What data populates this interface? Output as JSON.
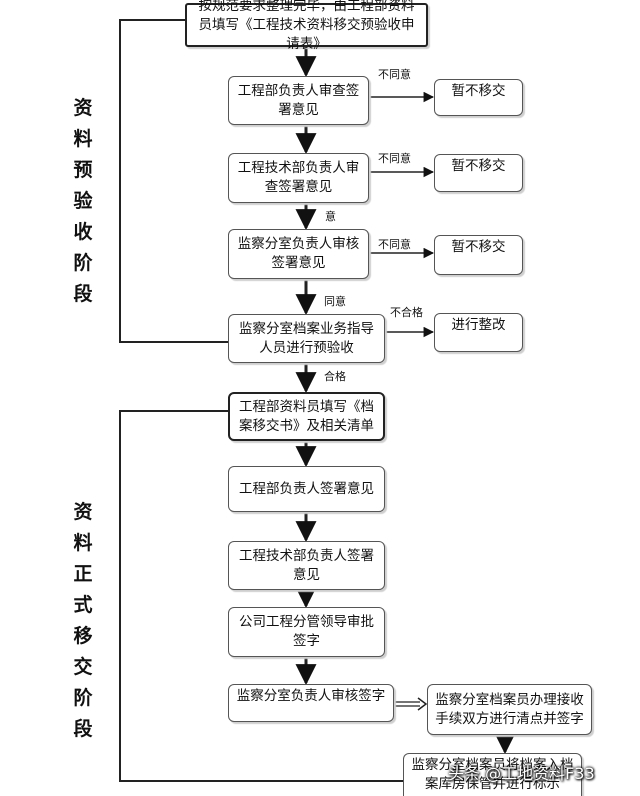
{
  "stages": [
    {
      "label": "资料预验收阶段"
    },
    {
      "label": "资料正式移交阶段"
    }
  ],
  "nodes": {
    "start": "按规范要求整理完毕，由工程部资料员填写《工程技术资料移交预验收申请表》",
    "review1": "工程部负责人审查签署意见",
    "review2": "工程技术部负责人审查签署意见",
    "review3": "监察分室负责人审核签署意见",
    "review4": "监察分室档案业务指导人员进行预验收",
    "reject1": "暂不移交",
    "reject2": "暂不移交",
    "reject3": "暂不移交",
    "rectify": "进行整改",
    "formal1": "工程部资料员填写《档案移交书》及相关清单",
    "formal2": "工程部负责人签署意见",
    "formal3": "工程技术部负责人签署意见",
    "formal4": "公司工程分管领导审批签字",
    "formal5": "监察分室负责人审核签字",
    "formal6": "监察分室档案员办理接收手续双方进行清点并签字",
    "formal7": "监察分室档案员将档案入档案库房保管并进行标示"
  },
  "edge_labels": {
    "disagree1": "不同意",
    "disagree2": "不同意",
    "disagree3": "不同意",
    "agree_partial": "意",
    "agree": "同意",
    "unqualified": "不合格",
    "qualified": "合格"
  },
  "watermark": "头条 @工地资料F33"
}
